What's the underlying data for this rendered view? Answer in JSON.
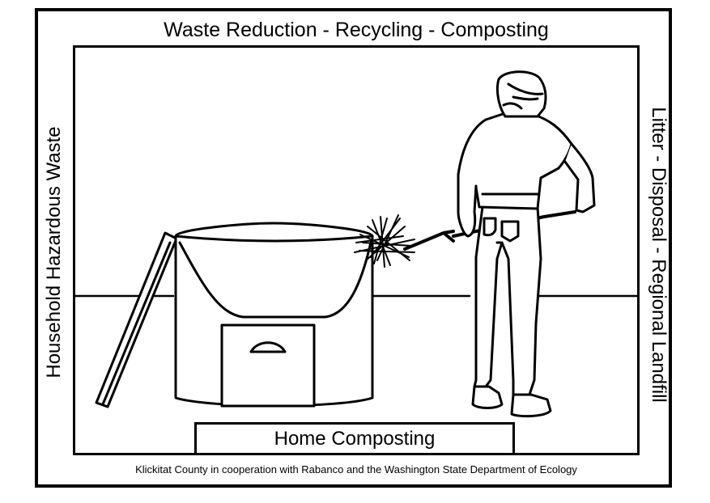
{
  "poster": {
    "top_title": "Waste Reduction - Recycling - Composting",
    "left_title": "Household Hazardous Waste",
    "right_title": "Litter - Disposal - Regional Landfill",
    "center_label": "Home Composting",
    "footer": "Klickitat County in cooperation with Rabanco and the Washington State Department of Ecology"
  }
}
